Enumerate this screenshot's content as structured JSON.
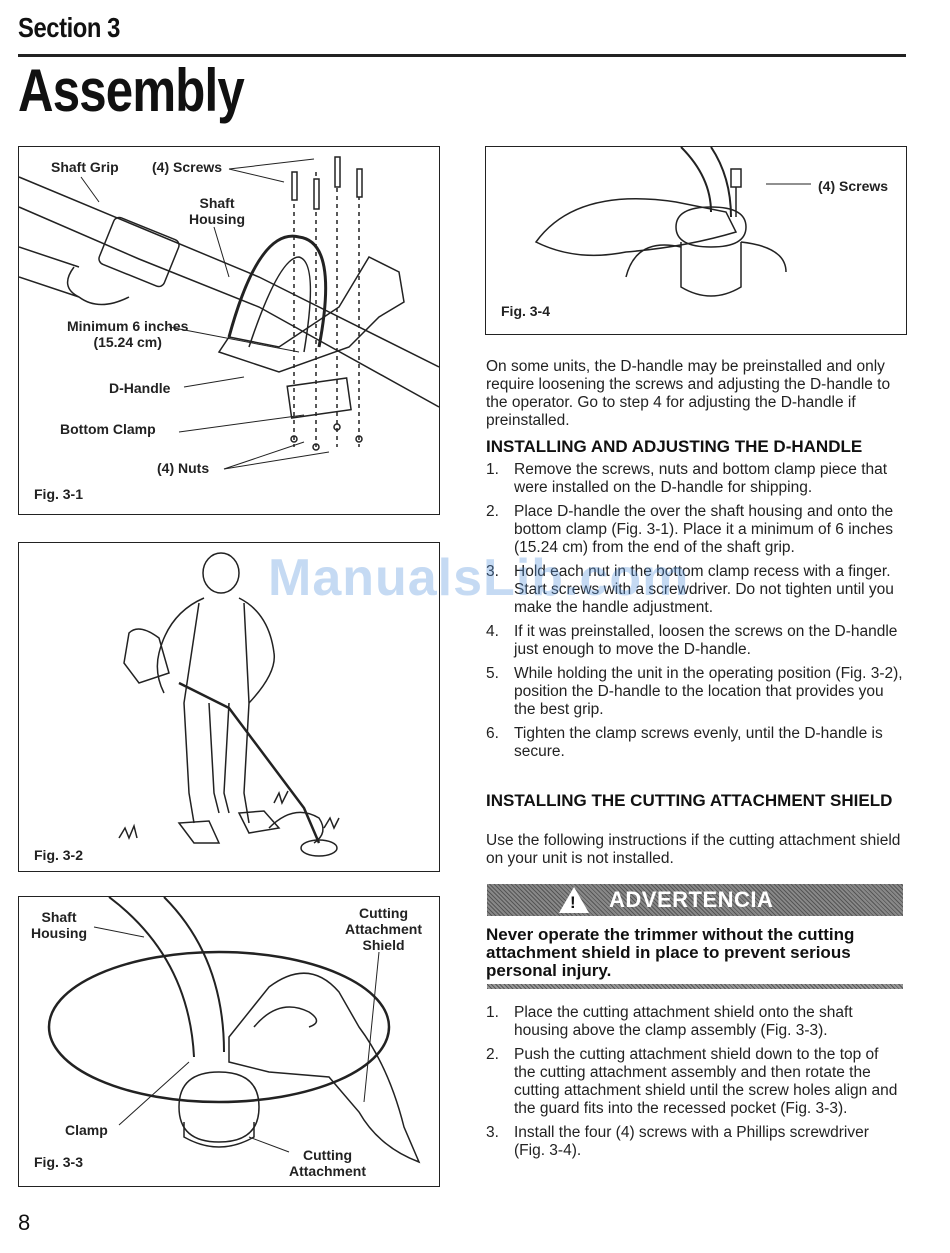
{
  "header": {
    "section": "Section 3",
    "title": "Assembly"
  },
  "fig31": {
    "shaft_grip": "Shaft Grip",
    "screws": "(4) Screws",
    "shaft_housing_1": "Shaft",
    "shaft_housing_2": "Housing",
    "min_1": "Minimum 6 inches",
    "min_2": "(15.24 cm)",
    "dhandle": "D-Handle",
    "bottom_clamp": "Bottom Clamp",
    "nuts": "(4) Nuts",
    "caption": "Fig. 3-1"
  },
  "fig32": {
    "caption": "Fig. 3-2"
  },
  "fig33": {
    "shaft_1": "Shaft",
    "shaft_2": "Housing",
    "cas_1": "Cutting",
    "cas_2": "Attachment",
    "cas_3": "Shield",
    "clamp": "Clamp",
    "ca_1": "Cutting",
    "ca_2": "Attachment",
    "caption": "Fig. 3-3"
  },
  "fig34": {
    "screws": "(4) Screws",
    "caption": "Fig. 3-4"
  },
  "intro": "On some units, the D-handle may be preinstalled and only require loosening the screws and adjusting the D-handle to the operator. Go to step 4 for adjusting the D-handle if preinstalled.",
  "dhandle_section": {
    "heading": "INSTALLING AND ADJUSTING THE D-HANDLE",
    "steps": [
      {
        "n": "1.",
        "text": "Remove the screws, nuts and bottom clamp piece that were installed on the D-handle for shipping."
      },
      {
        "n": "2.",
        "text": "Place D-handle the over the shaft housing and onto the bottom clamp (Fig. 3-1). Place it a minimum of 6 inches (15.24 cm) from the end of the shaft grip."
      },
      {
        "n": "3.",
        "text": "Hold each nut in the bottom clamp recess with a finger. Start screws with a screwdriver. Do not tighten until you make the handle adjustment."
      },
      {
        "n": "4.",
        "text": "If it was preinstalled, loosen the screws on the D-handle just enough to move the D-handle."
      },
      {
        "n": "5.",
        "text": "While holding the unit in the operating position (Fig. 3-2), position the D-handle to the location that provides you the best grip."
      },
      {
        "n": "6.",
        "text": "Tighten the clamp screws evenly, until the D-handle is secure."
      }
    ]
  },
  "shield_section": {
    "heading": "INSTALLING THE CUTTING ATTACHMENT SHIELD",
    "intro": "Use the following instructions if the cutting attachment shield on your unit is not installed.",
    "warning_label": "ADVERTENCIA",
    "warning_text": "Never operate the trimmer without the cutting attachment shield in place to prevent serious personal injury.",
    "steps": [
      {
        "n": "1.",
        "text": "Place the cutting attachment shield onto the shaft housing above the clamp assembly (Fig. 3-3)."
      },
      {
        "n": "2.",
        "text": "Push the cutting attachment shield down to the top of the cutting attachment assembly and then rotate the cutting attachment shield until the screw holes align and the guard fits into the recessed pocket (Fig. 3-3)."
      },
      {
        "n": "3.",
        "text": "Install the four (4) screws with a Phillips screwdriver (Fig. 3-4)."
      }
    ]
  },
  "watermark": "ManualsLib.com",
  "page_number": "8"
}
